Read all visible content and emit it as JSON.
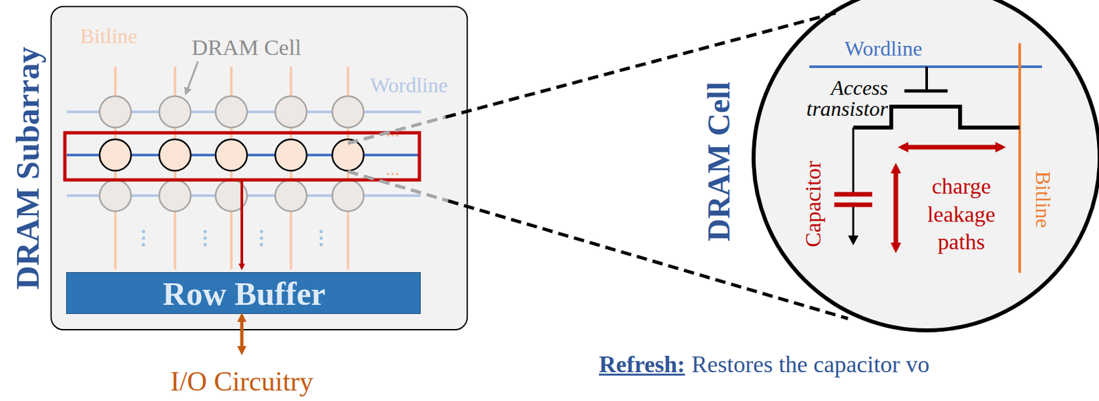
{
  "diagram": {
    "nodes": [
      {
        "text": [
          "DRAM Subarray"
        ]
      },
      {
        "text": [
          "Row Buffer"
        ],
        "in": 0
      },
      {
        "text": [
          "DRAM Cell"
        ]
      }
    ],
    "labels": [
      "Bitline",
      "DRAM Cell",
      "Wordline",
      "I/O Circuitry",
      "Wordline",
      "Access transistor",
      "Capacitor",
      "charge leakage paths",
      "Bitline",
      "Refresh:",
      "Restores the capacitor vo"
    ]
  }
}
